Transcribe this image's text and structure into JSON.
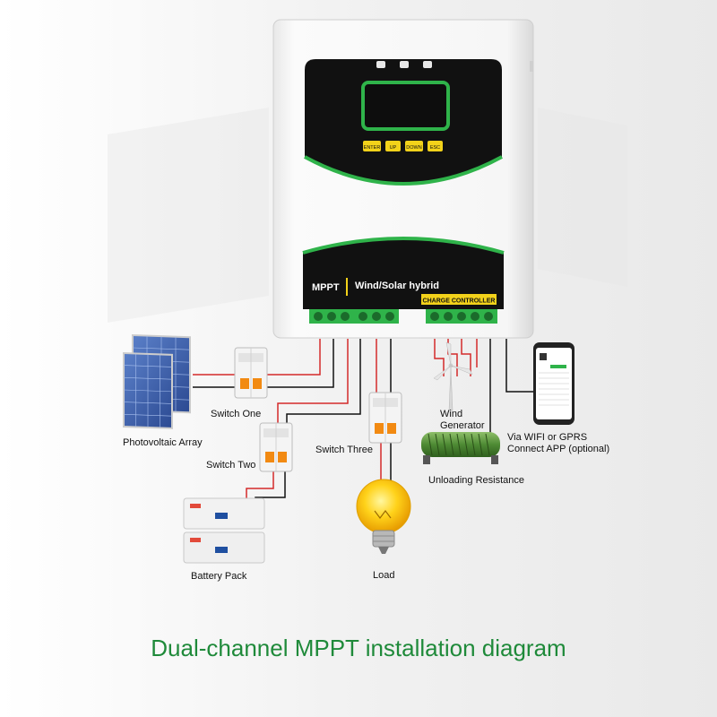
{
  "controller": {
    "brand_label": "MPPT",
    "model_label": "Wind/Solar hybrid",
    "subtitle": "CHARGE CONTROLLER",
    "buttons": [
      "ENTER",
      "UP",
      "DOWN",
      "ESC"
    ]
  },
  "components": {
    "photovoltaic_array": "Photovoltaic Array",
    "switch_one": "Switch One",
    "switch_two": "Switch Two",
    "switch_three": "Switch Three",
    "battery_pack": "Battery  Pack",
    "load": "Load",
    "wind_generator": "Wind\nGenerator",
    "unloading_resistance": "Unloading Resistance",
    "app_connection": "Via WIFI or GPRS\nConnect APP (optional)"
  },
  "title": "Dual-channel MPPT installation diagram",
  "colors": {
    "title_green": "#1f8a3a",
    "wire_red": "#d42a2a",
    "wire_black": "#111111",
    "panel_green": "#2fb34a",
    "screen_yellow": "#f3d21a",
    "breaker_orange": "#f28a12"
  }
}
